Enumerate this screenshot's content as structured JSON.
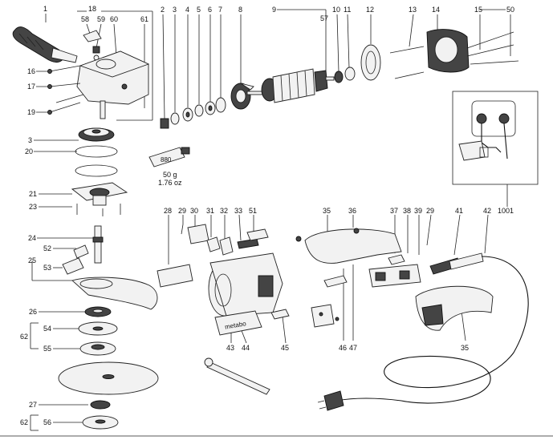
{
  "callouts": [
    {
      "id": "1",
      "text": "1"
    },
    {
      "id": "18",
      "text": "18"
    },
    {
      "id": "58",
      "text": "58"
    },
    {
      "id": "59",
      "text": "59"
    },
    {
      "id": "60",
      "text": "60"
    },
    {
      "id": "61",
      "text": "61"
    },
    {
      "id": "2",
      "text": "2"
    },
    {
      "id": "3a",
      "text": "3"
    },
    {
      "id": "4",
      "text": "4"
    },
    {
      "id": "5",
      "text": "5"
    },
    {
      "id": "6",
      "text": "6"
    },
    {
      "id": "7",
      "text": "7"
    },
    {
      "id": "8",
      "text": "8"
    },
    {
      "id": "9",
      "text": "9"
    },
    {
      "id": "57",
      "text": "57"
    },
    {
      "id": "10",
      "text": "10"
    },
    {
      "id": "11",
      "text": "11"
    },
    {
      "id": "12",
      "text": "12"
    },
    {
      "id": "13",
      "text": "13"
    },
    {
      "id": "14",
      "text": "14"
    },
    {
      "id": "15",
      "text": "15"
    },
    {
      "id": "50",
      "text": "50"
    },
    {
      "id": "16",
      "text": "16"
    },
    {
      "id": "17",
      "text": "17"
    },
    {
      "id": "19",
      "text": "19"
    },
    {
      "id": "3b",
      "text": "3"
    },
    {
      "id": "20",
      "text": "20"
    },
    {
      "id": "21",
      "text": "21"
    },
    {
      "id": "23",
      "text": "23"
    },
    {
      "id": "24",
      "text": "24"
    },
    {
      "id": "52",
      "text": "52"
    },
    {
      "id": "25",
      "text": "25"
    },
    {
      "id": "53",
      "text": "53"
    },
    {
      "id": "26",
      "text": "26"
    },
    {
      "id": "54",
      "text": "54"
    },
    {
      "id": "62a",
      "text": "62"
    },
    {
      "id": "55",
      "text": "55"
    },
    {
      "id": "27",
      "text": "27"
    },
    {
      "id": "62b",
      "text": "62"
    },
    {
      "id": "56",
      "text": "56"
    },
    {
      "id": "28",
      "text": "28"
    },
    {
      "id": "29a",
      "text": "29"
    },
    {
      "id": "30",
      "text": "30"
    },
    {
      "id": "31",
      "text": "31"
    },
    {
      "id": "32",
      "text": "32"
    },
    {
      "id": "33",
      "text": "33"
    },
    {
      "id": "51",
      "text": "51"
    },
    {
      "id": "43",
      "text": "43"
    },
    {
      "id": "44",
      "text": "44"
    },
    {
      "id": "45",
      "text": "45"
    },
    {
      "id": "35a",
      "text": "35"
    },
    {
      "id": "36",
      "text": "36"
    },
    {
      "id": "37",
      "text": "37"
    },
    {
      "id": "38",
      "text": "38"
    },
    {
      "id": "39",
      "text": "39"
    },
    {
      "id": "29b",
      "text": "29"
    },
    {
      "id": "41",
      "text": "41"
    },
    {
      "id": "42",
      "text": "42"
    },
    {
      "id": "1001",
      "text": "1001"
    },
    {
      "id": "46",
      "text": "46"
    },
    {
      "id": "47",
      "text": "47"
    },
    {
      "id": "35b",
      "text": "35"
    }
  ],
  "grease": {
    "tube_label": "880",
    "weight_metric": "50 g",
    "weight_imperial": "1.76 oz"
  },
  "nameplate": {
    "brand": "metabo"
  }
}
